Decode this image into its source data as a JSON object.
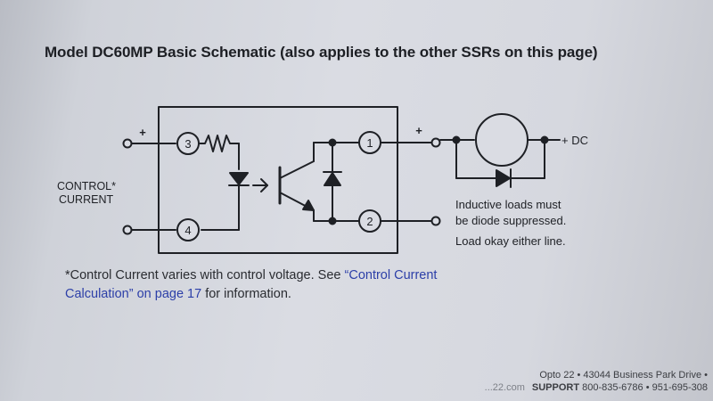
{
  "title": "Model DC60MP Basic Schematic (also applies to the other SSRs on this page)",
  "schematic": {
    "terminals": {
      "t1": "1",
      "t2": "2",
      "t3": "3",
      "t4": "4"
    },
    "plus_control": "+",
    "plus_output": "+",
    "dc_label": "+ DC",
    "control_label_1": "CONTROL*",
    "control_label_2": "CURRENT",
    "load_note_1": "Inductive loads must",
    "load_note_2": "be diode suppressed.",
    "load_note_3": "Load okay either line."
  },
  "note": {
    "prefix": "*Control Current varies with control voltage. See ",
    "link": "“Control Current Calculation” on page 17",
    "suffix": " for information."
  },
  "footer": {
    "line1": "Opto 22 • 43044 Business Park Drive •",
    "line2_ghost": "...22.com",
    "line2_bold": "SUPPORT",
    "line2_rest": " 800-835-6786 • 951-695-308"
  }
}
